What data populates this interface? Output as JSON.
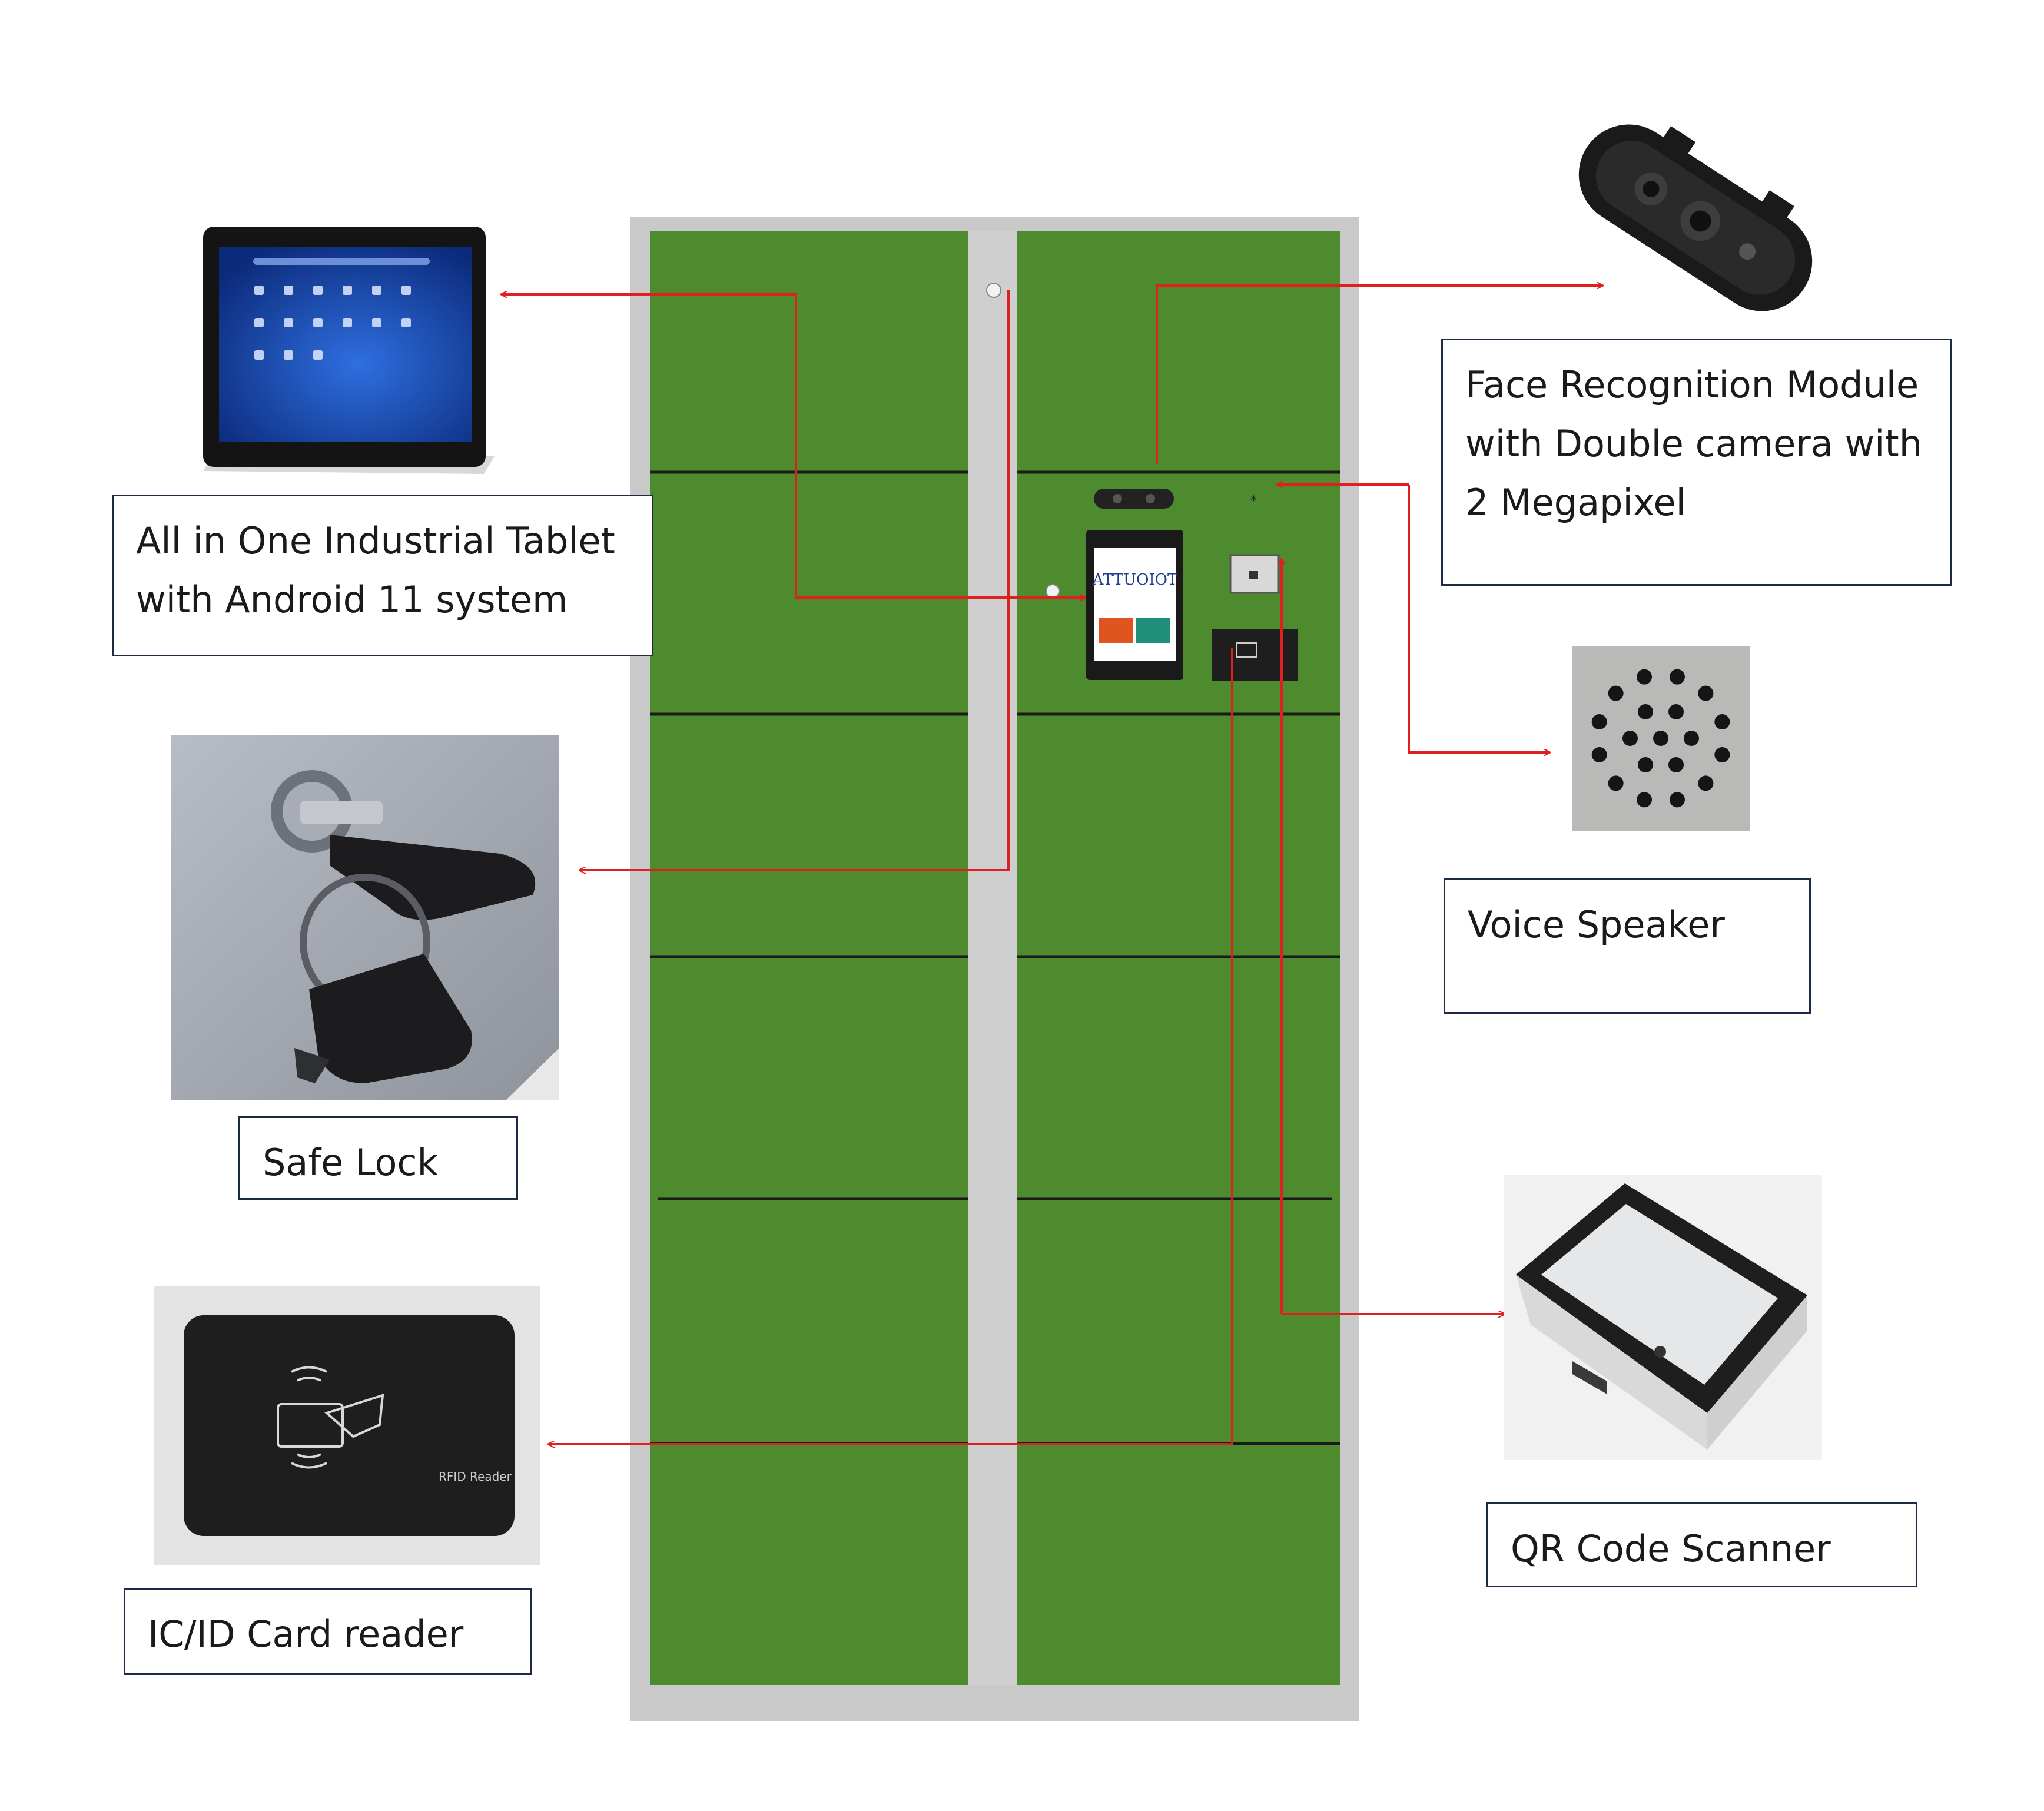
{
  "labels": {
    "tablet": [
      "All in One Industrial Tablet",
      "with Android 11 system"
    ],
    "face": [
      "Face Recognition Module",
      "with Double camera with",
      "2 Megapixel"
    ],
    "speaker": [
      "Voice Speaker"
    ],
    "lock": [
      "Safe Lock"
    ],
    "card": [
      "IC/ID Card reader"
    ],
    "qr": [
      "QR Code Scanner"
    ]
  },
  "screen_brand": "ATTUOIOT",
  "card_reader_text": "RFID Reader",
  "colors": {
    "locker_green": "#4e8a2e",
    "locker_frame": "#c9c9c9",
    "pointer_red": "#e02020",
    "label_border": "#1f2a44"
  }
}
